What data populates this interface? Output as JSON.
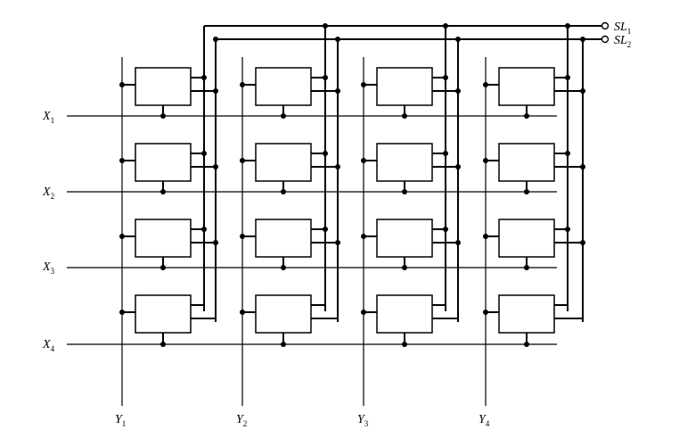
{
  "sense_lines": [
    {
      "name": "SL",
      "sub": "1"
    },
    {
      "name": "SL",
      "sub": "2"
    }
  ],
  "row_lines": [
    {
      "name": "X",
      "sub": "1"
    },
    {
      "name": "X",
      "sub": "2"
    },
    {
      "name": "X",
      "sub": "3"
    },
    {
      "name": "X",
      "sub": "4"
    }
  ],
  "column_lines": [
    {
      "name": "Y",
      "sub": "1"
    },
    {
      "name": "Y",
      "sub": "2"
    },
    {
      "name": "Y",
      "sub": "3"
    },
    {
      "name": "Y",
      "sub": "4"
    }
  ],
  "grid": {
    "rows": 4,
    "columns": 4
  }
}
